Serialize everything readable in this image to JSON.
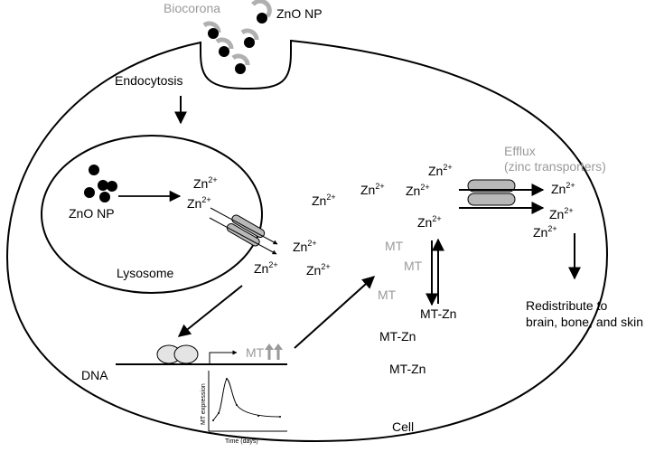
{
  "labels": {
    "biocorona": "Biocorona",
    "zno_np_top": "ZnO NP",
    "endocytosis": "Endocytosis",
    "zno_np_lysosome": "ZnO NP",
    "lysosome": "Lysosome",
    "efflux_line1": "Efflux",
    "efflux_line2": "(zinc transporters)",
    "redistribute_line1": "Redistribute to",
    "redistribute_line2": "brain, bone, and skin",
    "dna": "DNA",
    "mt_gene": "MT",
    "cell": "Cell",
    "mt_zn": "MT-Zn"
  },
  "ions": {
    "base": "Zn",
    "charge": "2+"
  },
  "mt_labels": [
    "MT",
    "MT",
    "MT"
  ],
  "inset": {
    "ylabel": "MT expression",
    "xlabel": "Time (days)"
  },
  "colors": {
    "grey_text": "#9a9a9a",
    "transporter": "#b8b8b8",
    "ribosome": "#e4e4e4",
    "up_arrow": "#9a9a9a"
  }
}
